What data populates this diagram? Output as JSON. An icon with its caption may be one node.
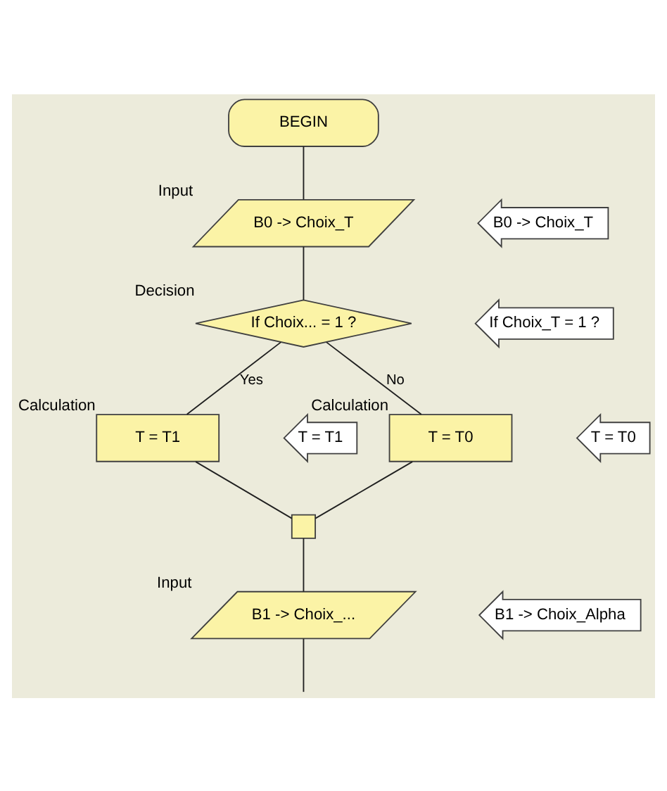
{
  "diagram": {
    "nodes": [
      {
        "text": [
          "BEGIN"
        ]
      },
      {
        "text": [
          "B0 -> Choix_T"
        ],
        "beside": [
          "Input"
        ]
      },
      {
        "text": [
          "B0 -> Choix_T"
        ]
      },
      {
        "text": [
          "If Choix... = 1 ?"
        ],
        "beside": [
          "Decision"
        ]
      },
      {
        "text": [
          "If Choix_T = 1 ?"
        ]
      },
      {
        "text": [
          "T = T1"
        ],
        "beside": [
          "Calculation"
        ]
      },
      {
        "text": [
          "T = T1"
        ]
      },
      {
        "text": [
          "T = T0"
        ],
        "beside": [
          "Calculation"
        ]
      },
      {
        "text": [
          "T = T0"
        ]
      },
      {
        "text": [],
        "shape": "box"
      },
      {
        "text": [
          "B1 -> Choix_..."
        ],
        "beside": [
          "Input"
        ]
      },
      {
        "text": [
          "B1 -> Choix_Alpha"
        ]
      }
    ],
    "edges": [
      {
        "from": 0,
        "to": 1,
        "arrow": "none"
      },
      {
        "from": 1,
        "to": 3,
        "arrow": "none"
      },
      {
        "from": 3,
        "to": 5,
        "arrow": "none",
        "label": "Yes"
      },
      {
        "from": 3,
        "to": 7,
        "arrow": "none",
        "label": "No"
      },
      {
        "from": 5,
        "to": 9,
        "arrow": "none"
      },
      {
        "from": 7,
        "to": 9,
        "arrow": "none"
      },
      {
        "from": 9,
        "to": 10,
        "arrow": "none"
      },
      {
        "from": 10,
        "to": null,
        "arrow": "none"
      }
    ]
  }
}
